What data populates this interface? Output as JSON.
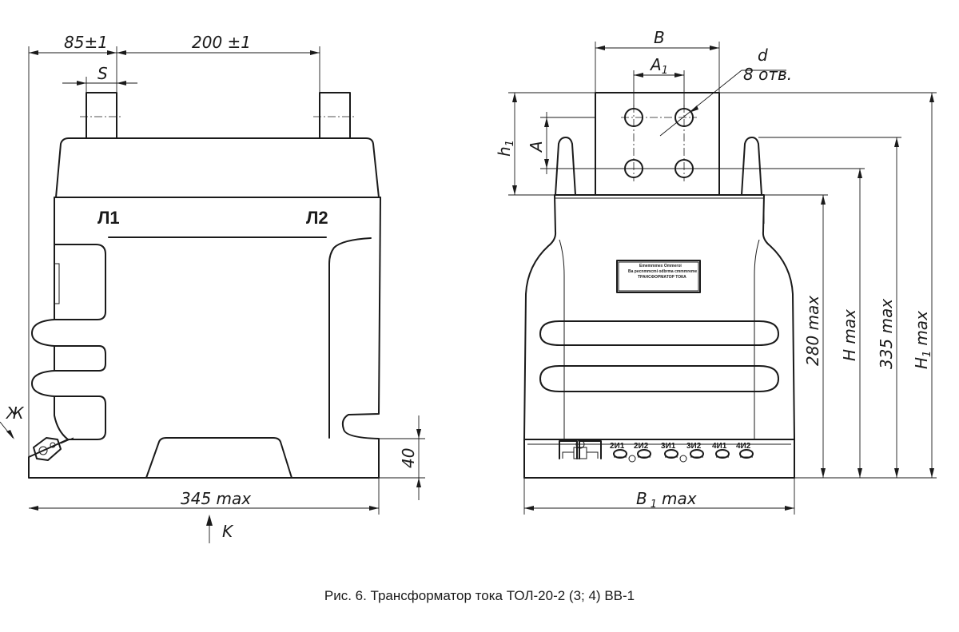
{
  "caption": "Рис. 6. Трансформатор тока ТОЛ-20-2 (3; 4)  ВВ-1",
  "front_view": {
    "dim_85": "85±1",
    "dim_200": "200 ±1",
    "dim_s": "S",
    "terminal_l1": "Л1",
    "terminal_l2": "Л2",
    "dim_40": "40",
    "dim_345": "345 max",
    "view_k": "K",
    "view_zh": "Ж"
  },
  "side_view": {
    "dim_b": "B",
    "dim_a1": "A",
    "dim_a1_sub": "1",
    "dim_d": "d",
    "holes_note": "8 отв.",
    "dim_h1": "h",
    "dim_h1_sub": "1",
    "dim_a": "A",
    "dim_280": "280 max",
    "dim_h": "H max",
    "dim_335": "335 max",
    "dim_hh1": "H",
    "dim_hh1_sub": "1",
    "dim_hh1_max": "max",
    "dim_b1": "B",
    "dim_b1_sub": "1",
    "dim_b1_max": "max",
    "plate_line1": "Ememmmex Ommeroi",
    "plate_line2": "Ba pecnmmcmi odbrma cmmmreme",
    "plate_line3": "ТРАНСФОРМАТОР ТОКА",
    "terminals": [
      "2И1",
      "2И2",
      "3И1",
      "3И2",
      "4И1",
      "4И2"
    ]
  }
}
